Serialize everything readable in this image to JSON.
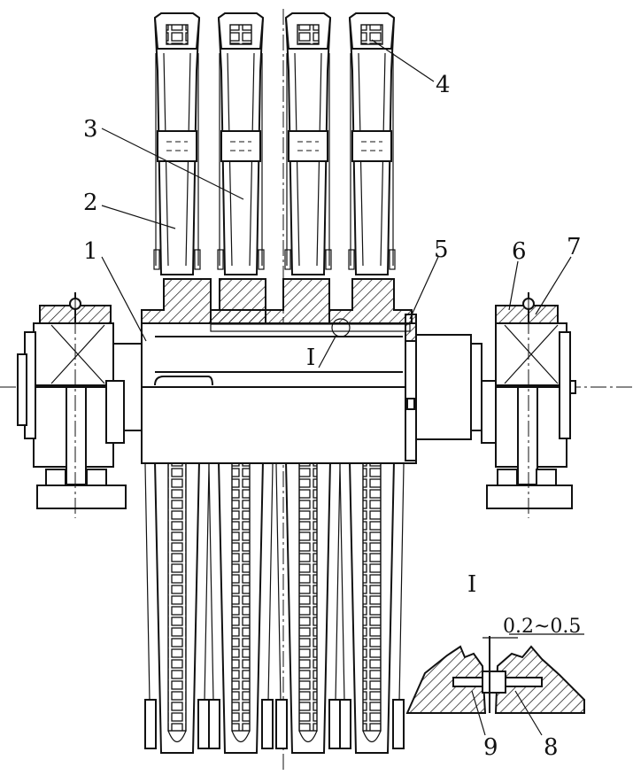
{
  "labels": {
    "l1": "1",
    "l2": "2",
    "l3": "3",
    "l4": "4",
    "l5": "5",
    "l6": "6",
    "l7": "7",
    "l8": "8",
    "l9": "9",
    "detail_mark": "I",
    "detail_title": "I"
  },
  "dimension": "0.2~0.5"
}
